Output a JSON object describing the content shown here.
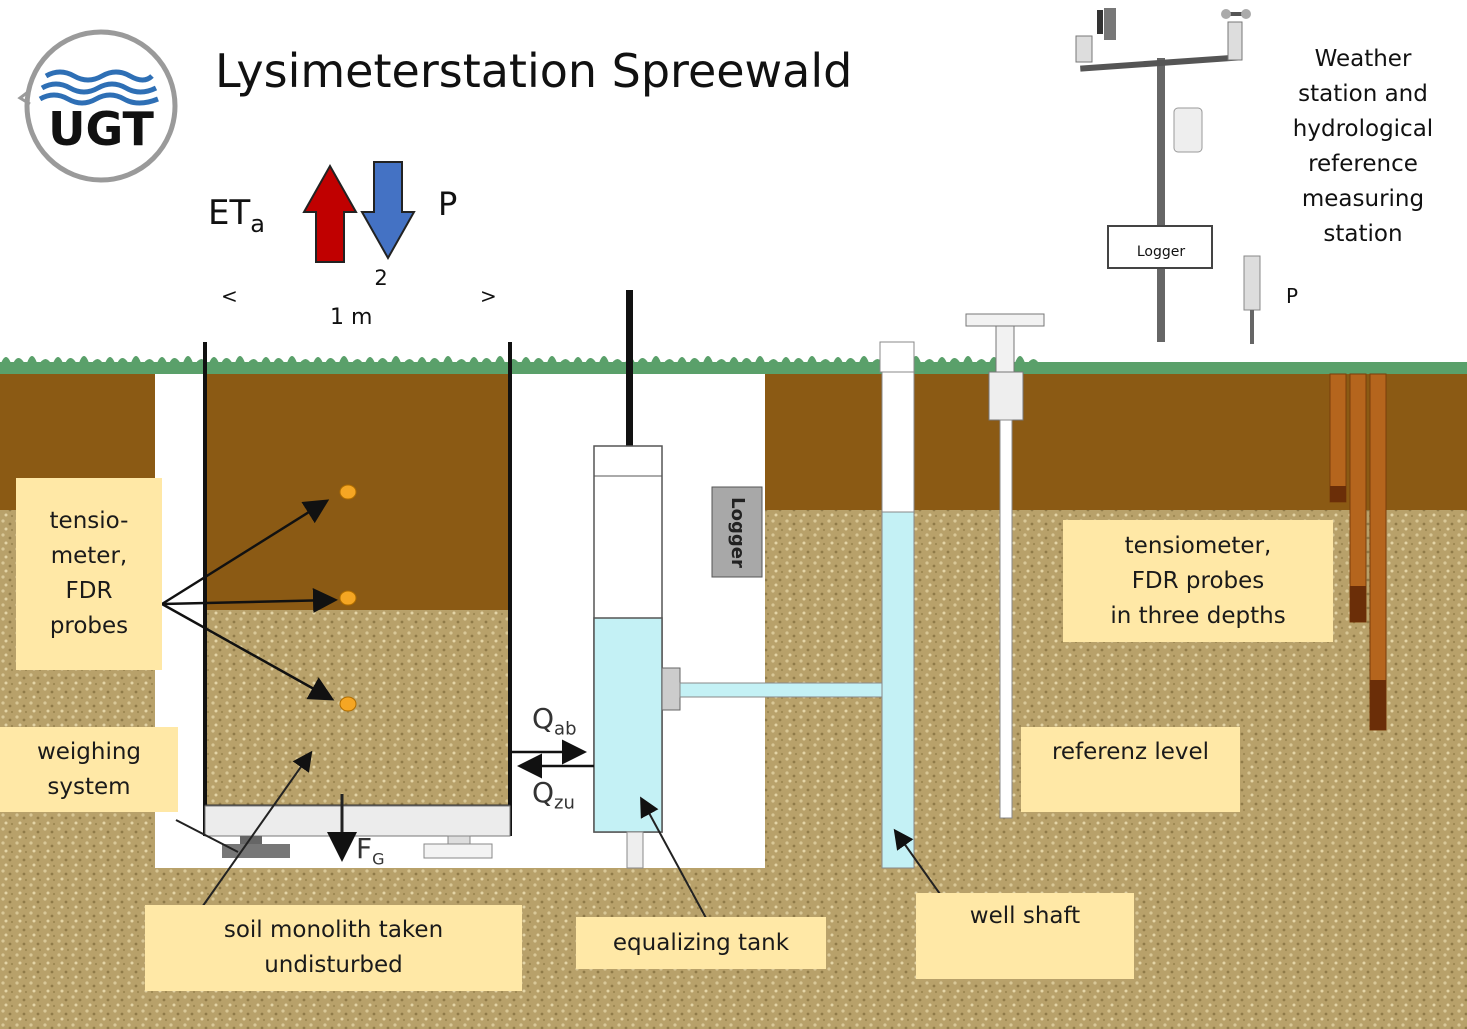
{
  "title": "Lysimeterstation Spreewald",
  "logo": {
    "text": "UGT"
  },
  "weather_station_label": "Weather\nstation and\nhydrological\nreference\nmeasuring\nstation",
  "symbols": {
    "eta_main": "ET",
    "eta_sub": "a",
    "precip": "P",
    "precip_small": "P",
    "area_value": "1 m",
    "area_exp": "2",
    "bracket_left": "<",
    "bracket_right": ">",
    "q_ab_main": "Q",
    "q_ab_sub": "ab",
    "q_zu_main": "Q",
    "q_zu_sub": "zu",
    "fg_main": "F",
    "fg_sub": "G"
  },
  "logger_labels": {
    "top": "Logger",
    "side": "Logger"
  },
  "callouts": {
    "tensiometer_left": "tensio-\nmeter,\nFDR\nprobes",
    "weighing": "weighing\nsystem",
    "soil_monolith": "soil monolith taken\nundisturbed",
    "equalizing_tank": "equalizing tank",
    "well_shaft": "well shaft",
    "referenz_level": "referenz level",
    "tensiometer_right": "tensiometer,\nFDR probes\nin three depths"
  },
  "colors": {
    "topsoil": "#8b5a14",
    "subsoil": "#b8a16a",
    "grass": "#5aa06a",
    "water": "#c4f1f5",
    "callout_bg": "#ffe8a6",
    "arrow_up": "#c00000",
    "arrow_down": "#4472c4",
    "probe": "#f5a623",
    "logo_ring": "#9a9a9a",
    "logo_waves": "#2e6fb5"
  }
}
